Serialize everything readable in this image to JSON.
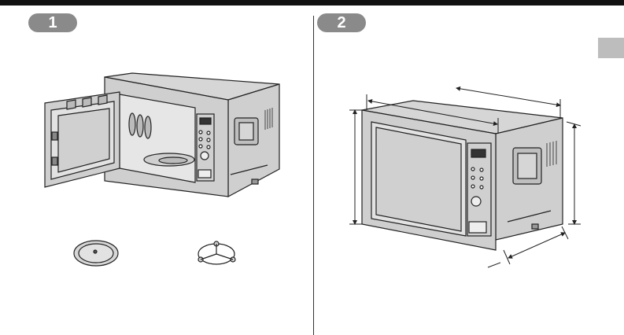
{
  "steps": [
    {
      "number": "1"
    },
    {
      "number": "2"
    }
  ],
  "colors": {
    "badge": "#8a8a8a",
    "body": "#d6d6d6",
    "line": "#222222",
    "tab_marker": "#bdbdbd"
  },
  "icons": [
    "microwave-open-door",
    "microwave-closed",
    "turntable-glass-plate",
    "roller-ring",
    "dimension-arrows"
  ]
}
